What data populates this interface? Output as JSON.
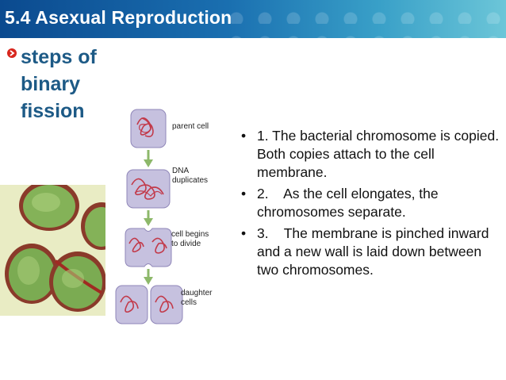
{
  "header": {
    "title": "5.4 Asexual Reproduction"
  },
  "section": {
    "heading": "steps of binary fission"
  },
  "diagram": {
    "labels": {
      "parent": "parent cell",
      "duplicates_1": "DNA",
      "duplicates_2": "duplicates",
      "divide_1": "cell begins",
      "divide_2": "to divide",
      "daughter_1": "daughter",
      "daughter_2": "cells"
    }
  },
  "bullets": [
    {
      "marker": "•",
      "text": "1. The bacterial chromosome is copied. Both copies attach to the cell membrane."
    },
    {
      "marker": "•",
      "text": "2.    As the cell elongates, the chromosomes separate."
    },
    {
      "marker": "•",
      "text": "3.    The membrane is pinched inward and a new wall is laid down between two chromosomes."
    }
  ],
  "colors": {
    "heading": "#1d5a86",
    "header_bg": "#1a6fb0",
    "cell_fill": "#c6c1df",
    "chromosome": "#c23a4a",
    "arrow": "#8db86a"
  }
}
